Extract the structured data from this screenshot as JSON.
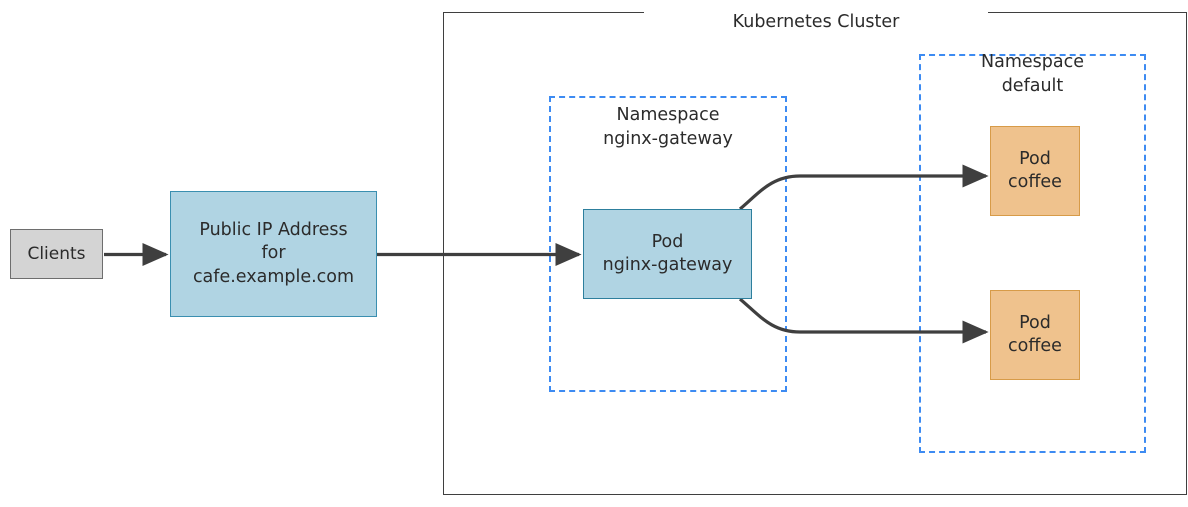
{
  "diagram": {
    "title": "Kubernetes Cluster",
    "colors": {
      "client_fill": "#d4d4d4",
      "client_stroke": "#6e6e6e",
      "blue_fill": "#b0d4e3",
      "blue_stroke": "#2d7f9d",
      "orange_fill": "#efc28d",
      "orange_stroke": "#d79b48",
      "namespace_stroke": "#3d8bf2",
      "cluster_stroke": "#3f3f3f",
      "arrow": "#3f3f3f",
      "text": "#2b2b2b"
    },
    "nodes": {
      "clients": {
        "label": "Clients"
      },
      "public_ip": {
        "label": "Public IP Address\nfor\ncafe.example.com"
      },
      "gateway_pod": {
        "label": "Pod\nnginx-gateway"
      },
      "coffee_pod_1": {
        "label": "Pod\ncoffee"
      },
      "coffee_pod_2": {
        "label": "Pod\ncoffee"
      }
    },
    "namespaces": {
      "gateway": {
        "label": "Namespace\nnginx-gateway"
      },
      "default": {
        "label": "Namespace\ndefault"
      }
    },
    "edges": [
      {
        "name": "clients-to-public-ip",
        "from": "Clients",
        "to": "Public IP Address for cafe.example.com"
      },
      {
        "name": "public-ip-to-gateway-pod",
        "from": "Public IP Address for cafe.example.com",
        "to": "Pod nginx-gateway"
      },
      {
        "name": "gateway-pod-to-coffee-pod-1",
        "from": "Pod nginx-gateway",
        "to": "Pod coffee"
      },
      {
        "name": "gateway-pod-to-coffee-pod-2",
        "from": "Pod nginx-gateway",
        "to": "Pod coffee"
      }
    ]
  }
}
